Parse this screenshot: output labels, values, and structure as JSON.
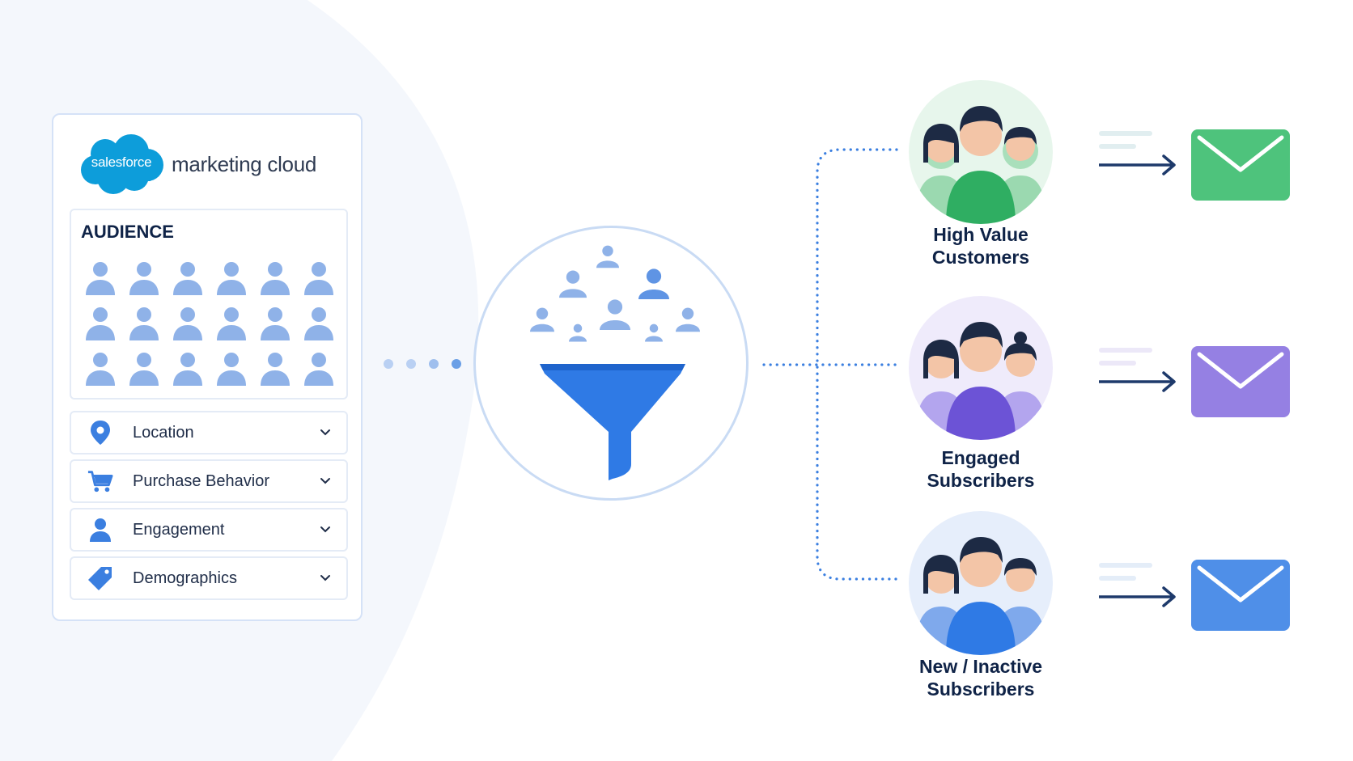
{
  "brand": {
    "logo_text": "salesforce",
    "product": "marketing cloud",
    "logo_color": "#0d9dda"
  },
  "audience": {
    "title": "AUDIENCE",
    "icon_count": 18,
    "icon_color": "#8fb2e8"
  },
  "filters": [
    {
      "label": "Location",
      "icon": "location-pin-icon"
    },
    {
      "label": "Purchase Behavior",
      "icon": "shopping-cart-icon"
    },
    {
      "label": "Engagement",
      "icon": "person-icon"
    },
    {
      "label": "Demographics",
      "icon": "tag-icon"
    }
  ],
  "funnel": {
    "icon": "funnel-icon",
    "color": "#2f7ae5"
  },
  "segments": [
    {
      "line1": "High Value",
      "line2": "Customers",
      "color": "#3dba6f",
      "light": "#e7f6ec",
      "envelope": "#4ec37c"
    },
    {
      "line1": "Engaged",
      "line2": "Subscribers",
      "color": "#7b5fdc",
      "light": "#efebfb",
      "envelope": "#9580e3"
    },
    {
      "line1": "New / Inactive",
      "line2": "Subscribers",
      "color": "#2f7ae5",
      "light": "#e6eefb",
      "envelope": "#4f8fe8"
    }
  ],
  "colors": {
    "accent": "#2f7ae5",
    "text_dark": "#0f2347",
    "background_shape": "#f4f7fc"
  }
}
